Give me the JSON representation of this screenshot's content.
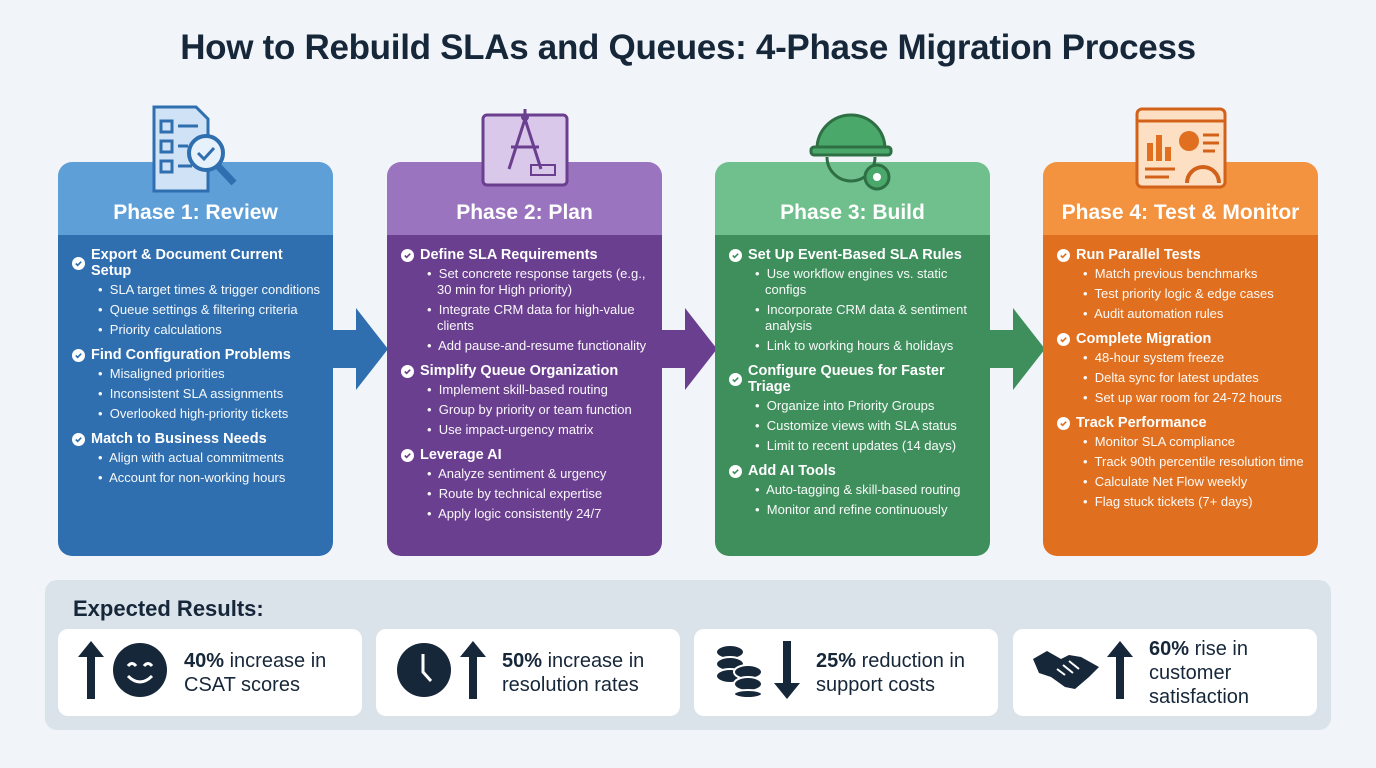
{
  "title": "How to Rebuild SLAs and Queues: 4-Phase Migration Process",
  "colors": {
    "phase1": [
      "#5e9fd8",
      "#2f6eaf"
    ],
    "phase2": [
      "#9b74bf",
      "#6a3f8f"
    ],
    "phase3": [
      "#6fc08c",
      "#3f8f5d"
    ],
    "phase4": [
      "#f3923f",
      "#e0701f"
    ],
    "dark": "#17273a"
  },
  "phases": [
    {
      "title": "Phase 1: Review",
      "icon": "checklist-magnifier-icon",
      "sections": [
        {
          "heading": "Export & Document Current Setup",
          "bullets": [
            "SLA target times & trigger conditions",
            "Queue settings & filtering criteria",
            "Priority calculations"
          ]
        },
        {
          "heading": "Find Configuration Problems",
          "bullets": [
            "Misaligned priorities",
            "Inconsistent SLA assignments",
            "Overlooked high-priority tickets"
          ]
        },
        {
          "heading": "Match to Business Needs",
          "bullets": [
            "Align with actual commitments",
            "Account for non-working hours"
          ]
        }
      ]
    },
    {
      "title": "Phase 2: Plan",
      "icon": "blueprint-compass-icon",
      "sections": [
        {
          "heading": "Define SLA Requirements",
          "bullets": [
            "Set concrete response targets (e.g., 30 min for High priority)",
            "Integrate CRM data for high-value clients",
            "Add pause-and-resume functionality"
          ]
        },
        {
          "heading": "Simplify Queue Organization",
          "bullets": [
            "Implement skill-based routing",
            "Group by priority or team function",
            "Use impact-urgency matrix"
          ]
        },
        {
          "heading": "Leverage AI",
          "bullets": [
            "Analyze sentiment & urgency",
            "Route by technical expertise",
            "Apply logic consistently 24/7"
          ]
        }
      ]
    },
    {
      "title": "Phase 3: Build",
      "icon": "hardhat-gear-icon",
      "sections": [
        {
          "heading": "Set Up Event-Based SLA Rules",
          "bullets": [
            "Use workflow engines vs. static configs",
            "Incorporate CRM data & sentiment analysis",
            "Link to working hours & holidays"
          ]
        },
        {
          "heading": "Configure Queues for Faster Triage",
          "bullets": [
            "Organize into Priority Groups",
            "Customize views with SLA status",
            "Limit to recent updates (14 days)"
          ]
        },
        {
          "heading": "Add AI Tools",
          "bullets": [
            "Auto-tagging & skill-based routing",
            "Monitor and refine continuously"
          ]
        }
      ]
    },
    {
      "title": "Phase 4: Test & Monitor",
      "icon": "dashboard-icon",
      "sections": [
        {
          "heading": "Run Parallel Tests",
          "bullets": [
            "Match previous benchmarks",
            "Test priority logic & edge cases",
            "Audit automation rules"
          ]
        },
        {
          "heading": "Complete Migration",
          "bullets": [
            "48-hour system freeze",
            "Delta sync for latest updates",
            "Set up war room for 24-72 hours"
          ]
        },
        {
          "heading": "Track Performance",
          "bullets": [
            "Monitor SLA compliance",
            "Track 90th percentile resolution time",
            "Calculate Net Flow weekly",
            "Flag stuck tickets (7+ days)"
          ]
        }
      ]
    }
  ],
  "results": {
    "title": "Expected Results:",
    "items": [
      {
        "value": "40%",
        "text": " increase in CSAT scores",
        "icons": [
          "arrow-up-icon",
          "smiley-icon"
        ]
      },
      {
        "value": "50%",
        "text": " increase in resolution rates",
        "icons": [
          "clock-icon",
          "arrow-up-icon"
        ]
      },
      {
        "value": "25%",
        "text": " reduction in support costs",
        "icons": [
          "coins-icon",
          "arrow-down-icon"
        ]
      },
      {
        "value": "60%",
        "text": " rise in customer satisfaction",
        "icons": [
          "handshake-icon",
          "arrow-up-icon"
        ]
      }
    ]
  }
}
